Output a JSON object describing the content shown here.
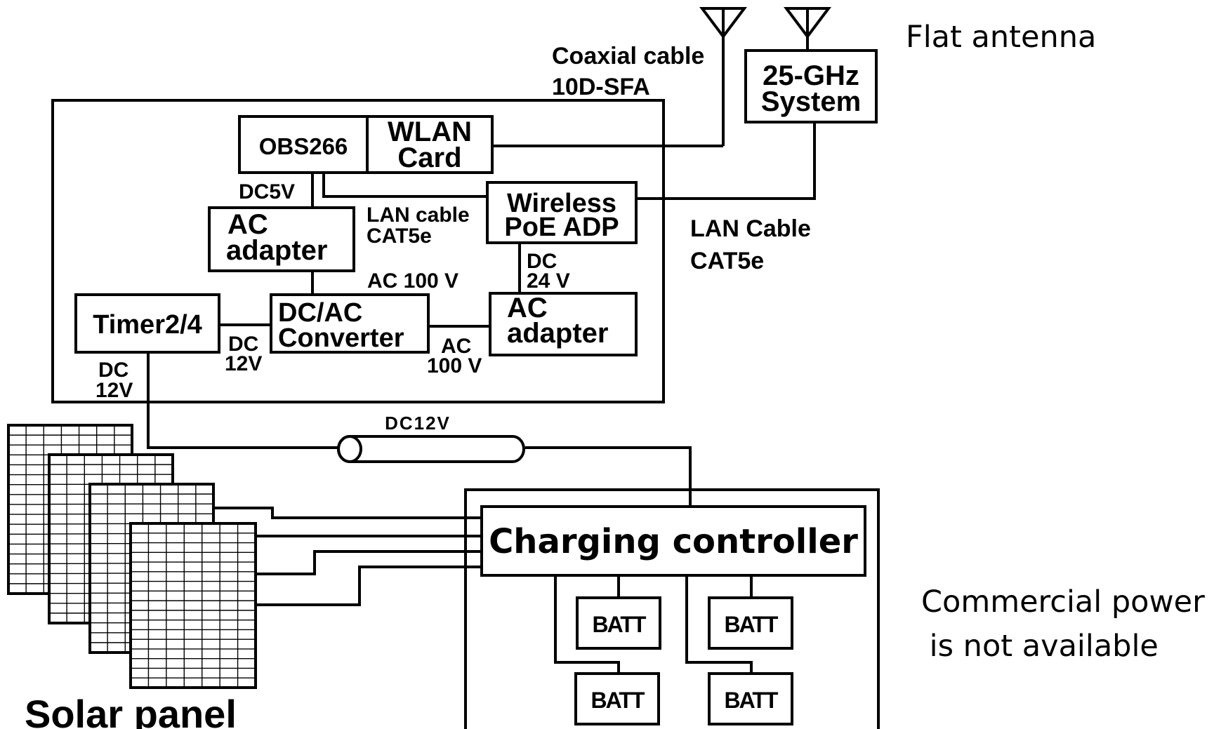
{
  "diagram": {
    "flat_antenna": "Flat antenna",
    "coax": {
      "line1": "Coaxial cable",
      "line2": "10D-SFA"
    },
    "ghz_system": {
      "line1": "25-GHz",
      "line2": "System"
    },
    "obs": "OBS266",
    "wlan": {
      "line1": "WLAN",
      "line2": "Card"
    },
    "dc5v": "DC5V",
    "lan_inner": {
      "line1": "LAN cable",
      "line2": "CAT5e"
    },
    "poe": {
      "line1": "Wireless",
      "line2": "PoE ADP"
    },
    "lan_outer": {
      "line1": "LAN Cable",
      "line2": "CAT5e"
    },
    "ac_adapter_1": {
      "line1": "AC",
      "line2": "adapter"
    },
    "dc24": {
      "line1": "DC",
      "line2": "24 V"
    },
    "ac100_top": "AC 100 V",
    "timer": "Timer2/4",
    "dcac": {
      "line1": "DC/AC",
      "line2": "Converter"
    },
    "ac_adapter_2": {
      "line1": "AC",
      "line2": "adapter"
    },
    "dc12_mid": {
      "line1": "DC",
      "line2": "12V"
    },
    "ac100_bottom": {
      "line1": "AC",
      "line2": "100 V"
    },
    "dc12_left": {
      "line1": "DC",
      "line2": "12V"
    },
    "dc12_cable": "DC12V",
    "charging_controller": "Charging controller",
    "batt": [
      "BATT",
      "BATT",
      "BATT",
      "BATT"
    ],
    "commercial": {
      "line1": "Commercial power",
      "line2": " is not available"
    },
    "solar_panel": "Solar panel"
  }
}
